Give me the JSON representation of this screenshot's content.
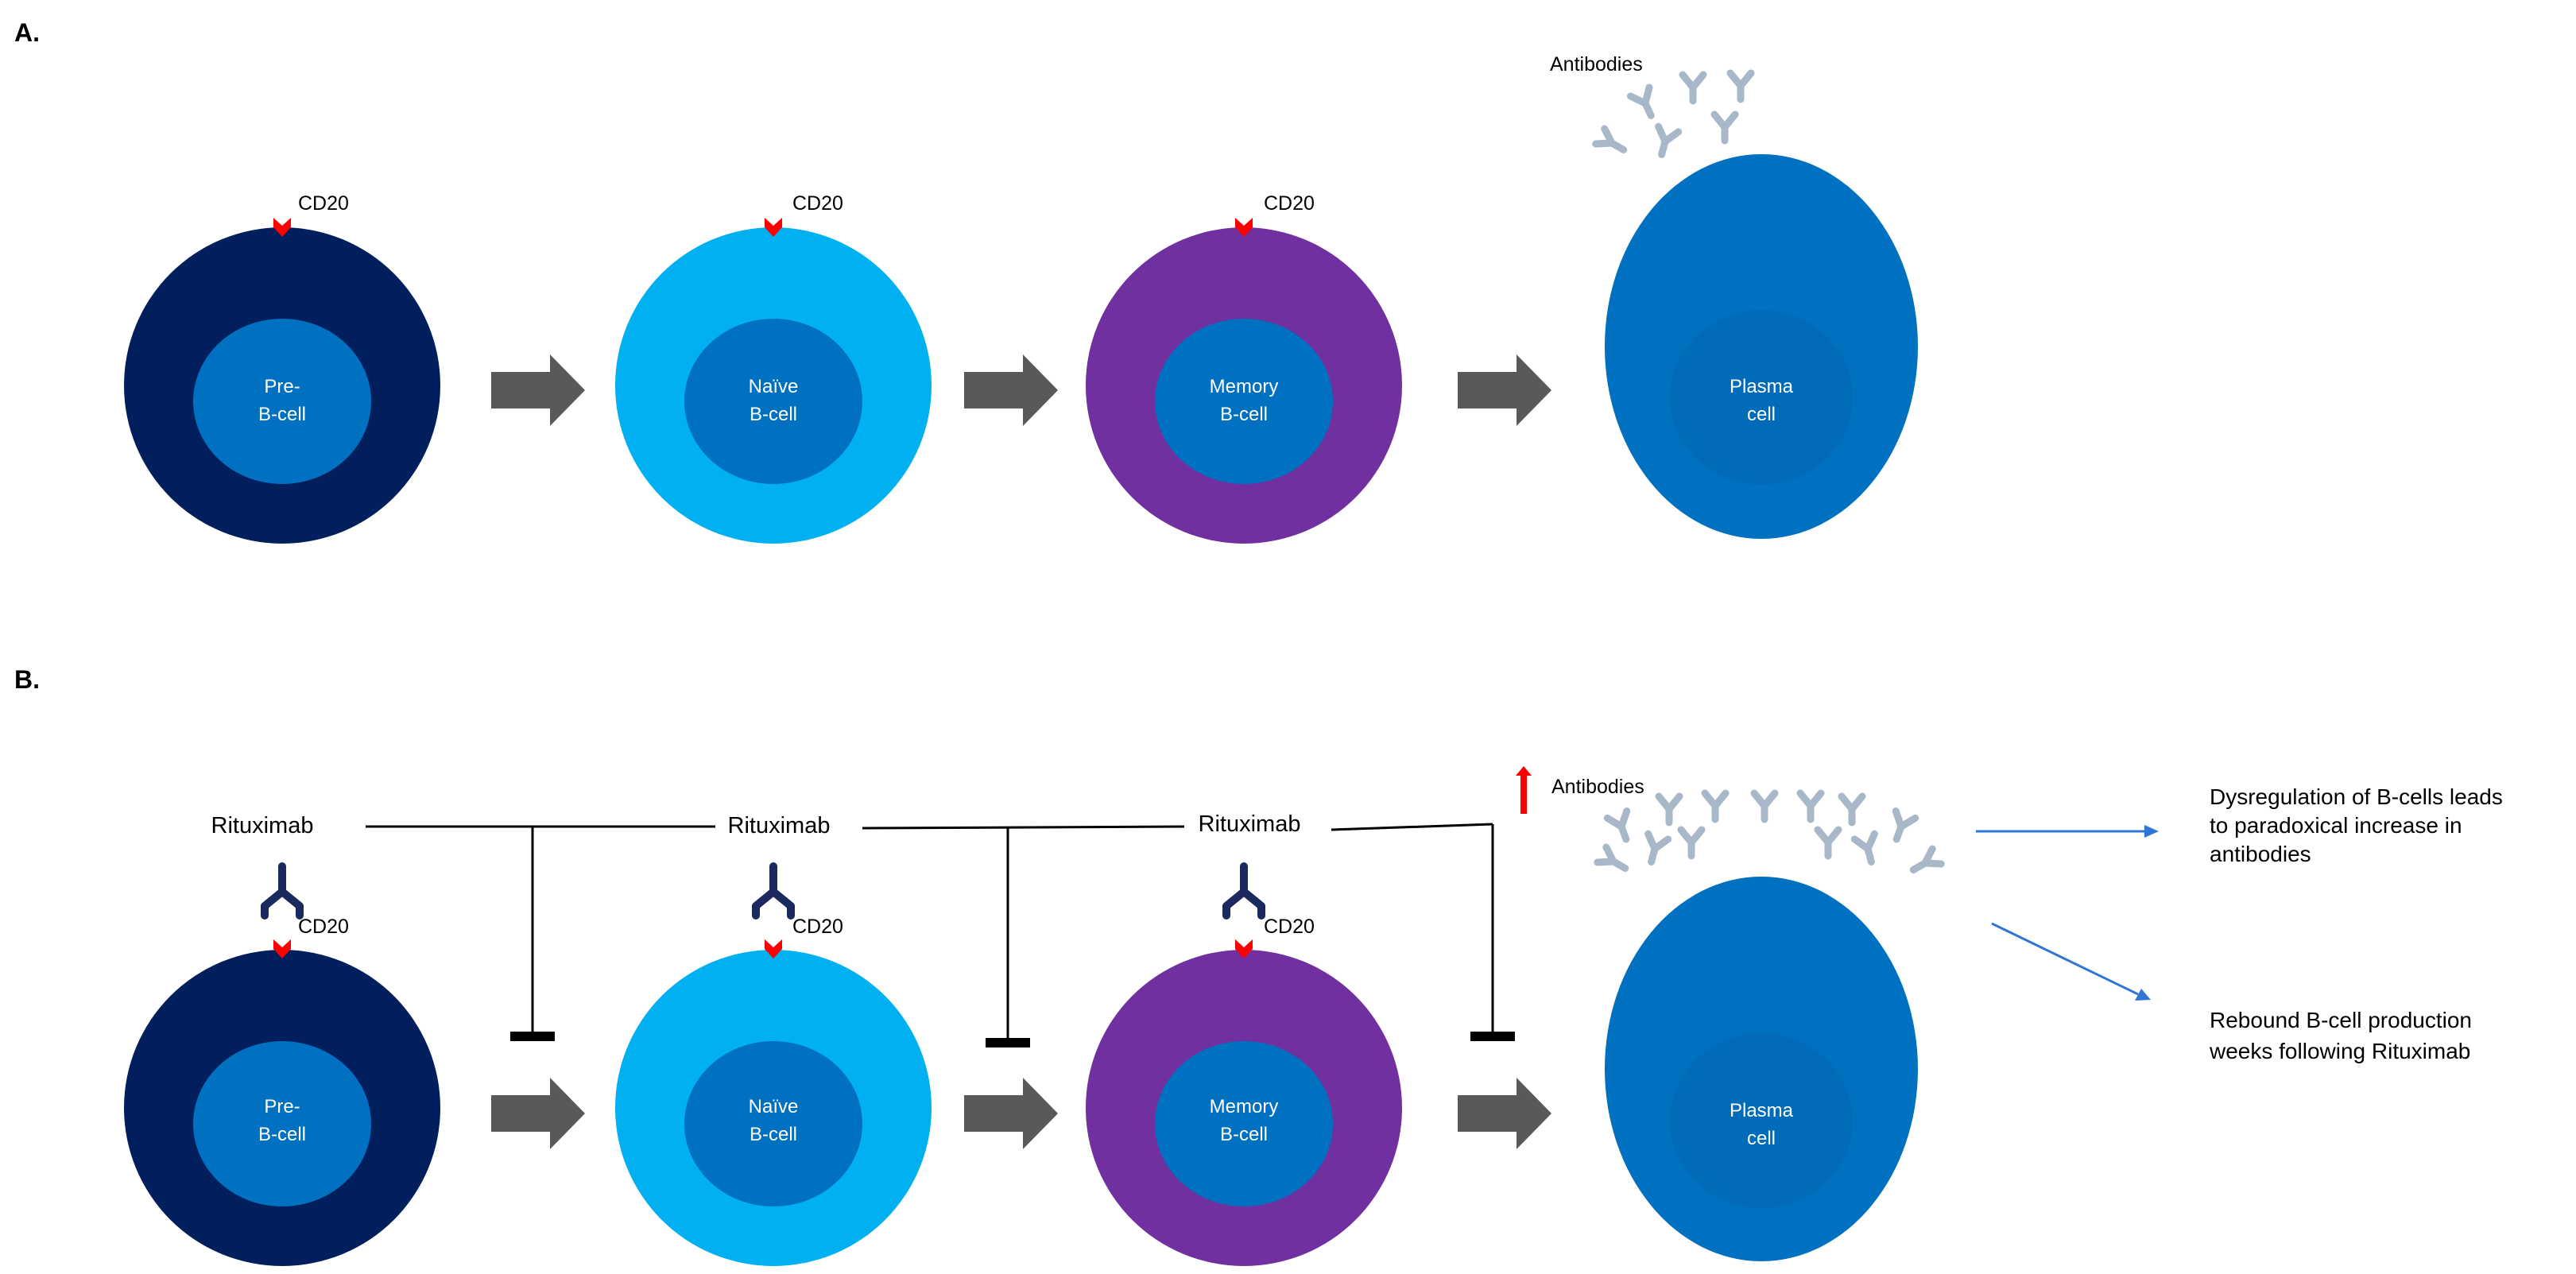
{
  "colors": {
    "pre_b_outer": "#001f5c",
    "naive_outer": "#00b0f0",
    "memory_outer": "#7030a0",
    "nucleus": "#0070c0",
    "plasma": "#0070c0",
    "plasma_inner": "#006bb8",
    "cd20": "#ff0000",
    "antibody": "#a9b8c8",
    "rituximab": "#1b2a5e",
    "flow_arrow": "#595959",
    "note_arrow": "#2e75d6"
  },
  "panel_a": {
    "label": "A.",
    "cd20_label": "CD20",
    "antibodies_label": "Antibodies",
    "cells": [
      {
        "line1": "Pre-",
        "line2": "B-cell"
      },
      {
        "line1": "Naïve",
        "line2": "B-cell"
      },
      {
        "line1": "Memory",
        "line2": "B-cell"
      },
      {
        "line1": "Plasma",
        "line2": "cell"
      }
    ]
  },
  "panel_b": {
    "label": "B.",
    "cd20_label": "CD20",
    "antibodies_label": "Antibodies",
    "rituximab_label": "Rituximab",
    "cells": [
      {
        "line1": "Pre-",
        "line2": "B-cell"
      },
      {
        "line1": "Naïve",
        "line2": "B-cell"
      },
      {
        "line1": "Memory",
        "line2": "B-cell"
      },
      {
        "line1": "Plasma",
        "line2": "cell"
      }
    ],
    "notes": [
      {
        "line1": "Dysregulation of B-cells leads",
        "line2": "to paradoxical increase in",
        "line3": "antibodies"
      },
      {
        "line1": "Rebound B-cell production",
        "line2": "weeks following Rituximab"
      }
    ]
  }
}
